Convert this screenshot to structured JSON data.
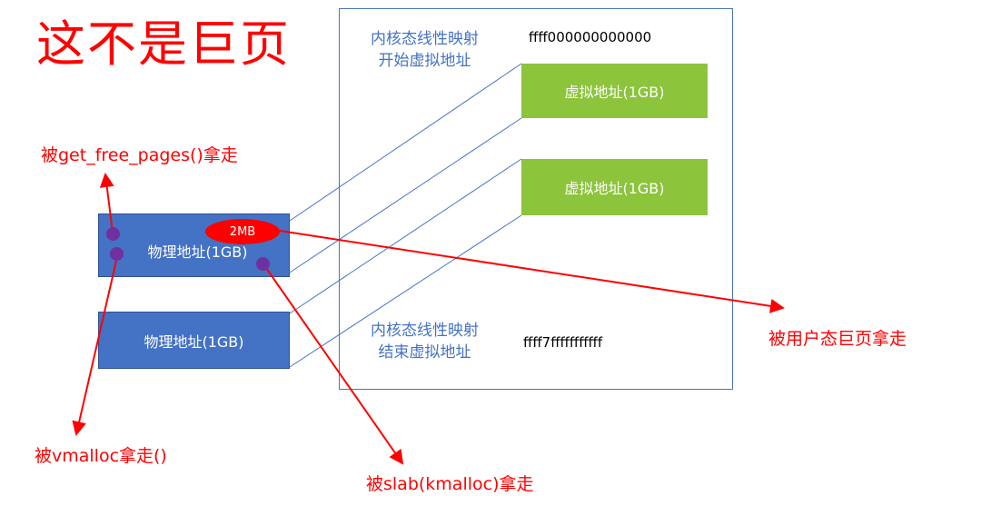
{
  "title": "这不是巨页",
  "virtual_space": {
    "start_label_1": "内核态线性映射",
    "start_label_2": "开始虚拟地址",
    "start_addr": "ffff000000000000",
    "end_label_1": "内核态线性映射",
    "end_label_2": "结束虚拟地址",
    "end_addr": "ffff7fffffffffff",
    "blocks": [
      "虚拟地址(1GB)",
      "虚拟地址(1GB)"
    ]
  },
  "physical": {
    "blocks": [
      "物理地址(1GB)",
      "物理地址(1GB)"
    ],
    "hugepage_badge": "2MB"
  },
  "annotations": {
    "get_free_pages": "被get_free_pages()拿走",
    "vmalloc": "被vmalloc拿走()",
    "slab": "被slab(kmalloc)拿走",
    "user_hugepage": "被用户态巨页拿走"
  },
  "colors": {
    "red": "#ff0000",
    "phys_blue": "#4472c4",
    "virt_green": "#8cc43c",
    "dot_purple": "#7030a0"
  }
}
